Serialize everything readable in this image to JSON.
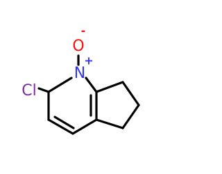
{
  "colors": {
    "bond": "#000000",
    "nitrogen": "#3333ff",
    "oxygen": "#ff0d0d",
    "chlorine": "#7f2aa0",
    "background": "#ffffff"
  },
  "atoms": {
    "n": {
      "symbol": "N",
      "charge": "+"
    },
    "o": {
      "symbol": "O",
      "charge": "-"
    },
    "cl": {
      "symbol": "Cl"
    }
  }
}
